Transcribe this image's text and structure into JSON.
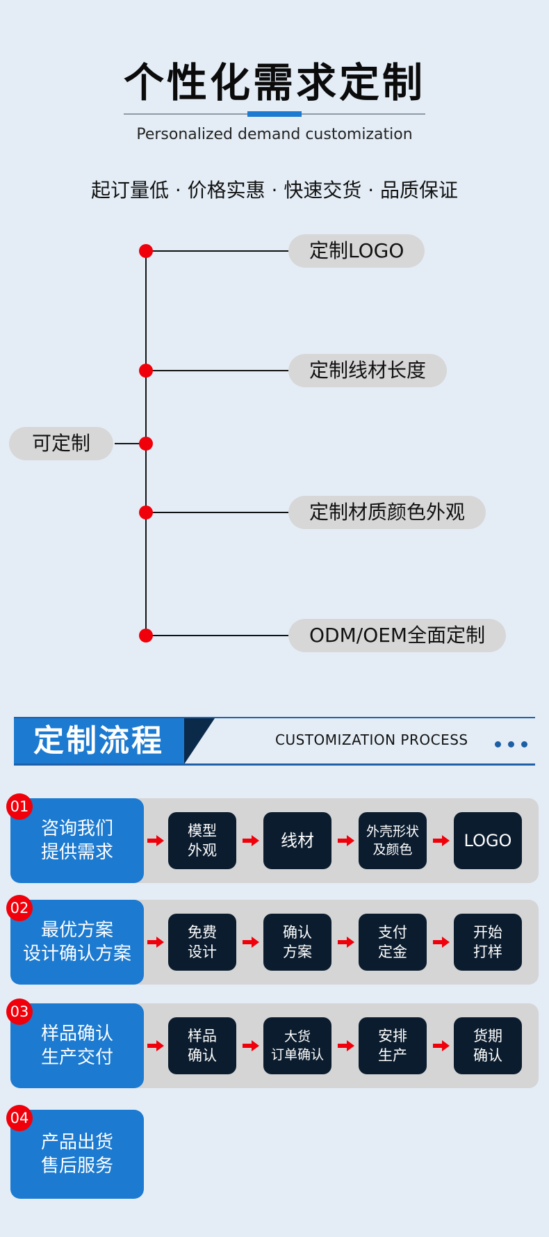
{
  "header": {
    "title": "个性化需求定制",
    "subtitle": "Personalized demand customization",
    "slogan": "起订量低 · 价格实惠 · 快速交货 · 品质保证"
  },
  "tree": {
    "root": "可定制",
    "branches": [
      "定制LOGO",
      "定制线材长度",
      "定制材质颜色外观",
      "ODM/OEM全面定制"
    ]
  },
  "process": {
    "title": "定制流程",
    "subtitle": "CUSTOMIZATION PROCESS",
    "steps": [
      {
        "num": "01",
        "line1": "咨询我们",
        "line2": "提供需求",
        "items": [
          {
            "l1": "模型",
            "l2": "外观"
          },
          {
            "l1": "线材",
            "l2": ""
          },
          {
            "l1": "外壳形状",
            "l2": "及颜色"
          },
          {
            "l1": "LOGO",
            "l2": ""
          }
        ]
      },
      {
        "num": "02",
        "line1": "最优方案",
        "line2": "设计确认方案",
        "items": [
          {
            "l1": "免费",
            "l2": "设计"
          },
          {
            "l1": "确认",
            "l2": "方案"
          },
          {
            "l1": "支付",
            "l2": "定金"
          },
          {
            "l1": "开始",
            "l2": "打样"
          }
        ]
      },
      {
        "num": "03",
        "line1": "样品确认",
        "line2": "生产交付",
        "items": [
          {
            "l1": "样品",
            "l2": "确认"
          },
          {
            "l1": "大货",
            "l2": "订单确认"
          },
          {
            "l1": "安排",
            "l2": "生产"
          },
          {
            "l1": "货期",
            "l2": "确认"
          }
        ]
      },
      {
        "num": "04",
        "line1": "产品出货",
        "line2": "售后服务",
        "items": []
      }
    ]
  },
  "colors": {
    "accent": "#1c7ad0",
    "navy": "#0b1c2e",
    "red": "#f0000a",
    "background": "#e4edf6"
  }
}
